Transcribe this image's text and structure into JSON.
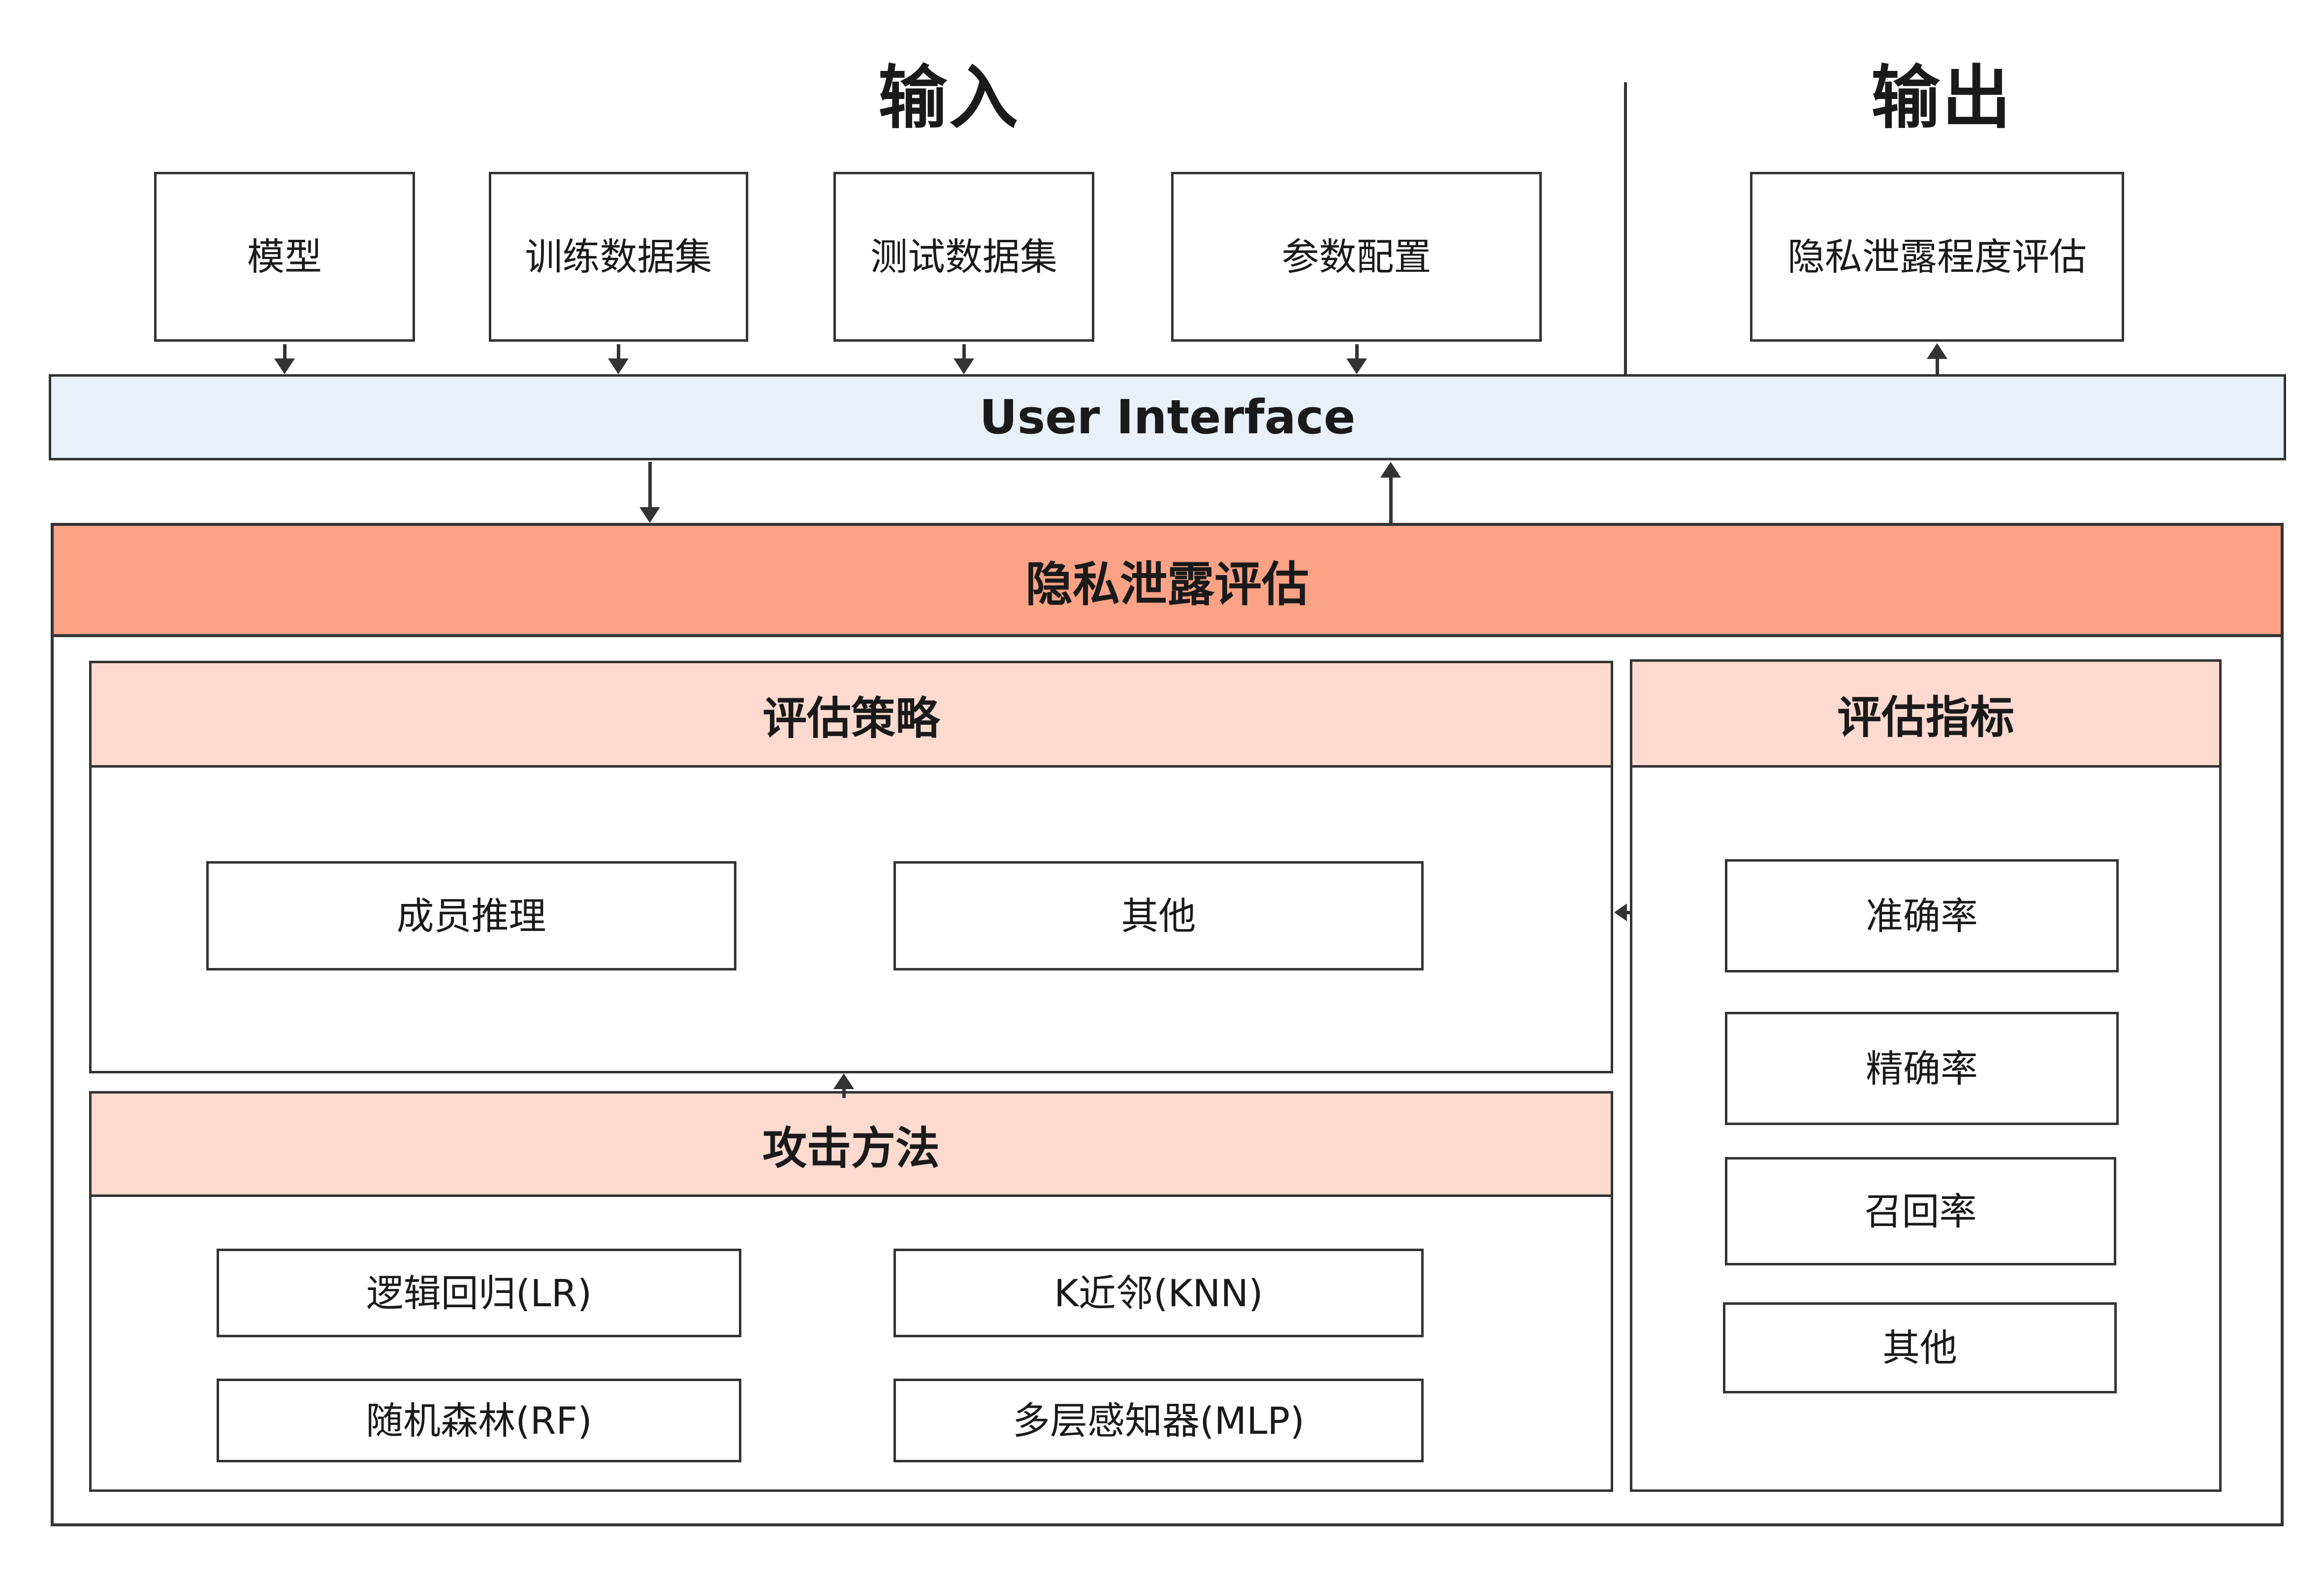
{
  "colors": {
    "salmon_header": "#FAA285",
    "pink_header": "#FCDACF",
    "ui_bar_blue": "#E8F0FA",
    "line": "#333333",
    "text": "#1A1A1A"
  },
  "titles": {
    "input": "输入",
    "output": "输出"
  },
  "inputs": {
    "model": "模型",
    "train_dataset": "训练数据集",
    "test_dataset": "测试数据集",
    "param_config": "参数配置"
  },
  "output_box": {
    "label": "隐私泄露程度评估"
  },
  "ui_bar": {
    "label": "User Interface"
  },
  "assessment": {
    "title": "隐私泄露评估",
    "strategy": {
      "title": "评估策略",
      "member_inference": "成员推理",
      "other": "其他"
    },
    "attack": {
      "title": "攻击方法",
      "lr": "逻辑回归(LR)",
      "knn": "K近邻(KNN)",
      "rf": "随机森林(RF)",
      "mlp": "多层感知器(MLP)"
    },
    "metrics": {
      "title": "评估指标",
      "accuracy": "准确率",
      "precision": "精确率",
      "recall": "召回率",
      "other": "其他"
    }
  }
}
